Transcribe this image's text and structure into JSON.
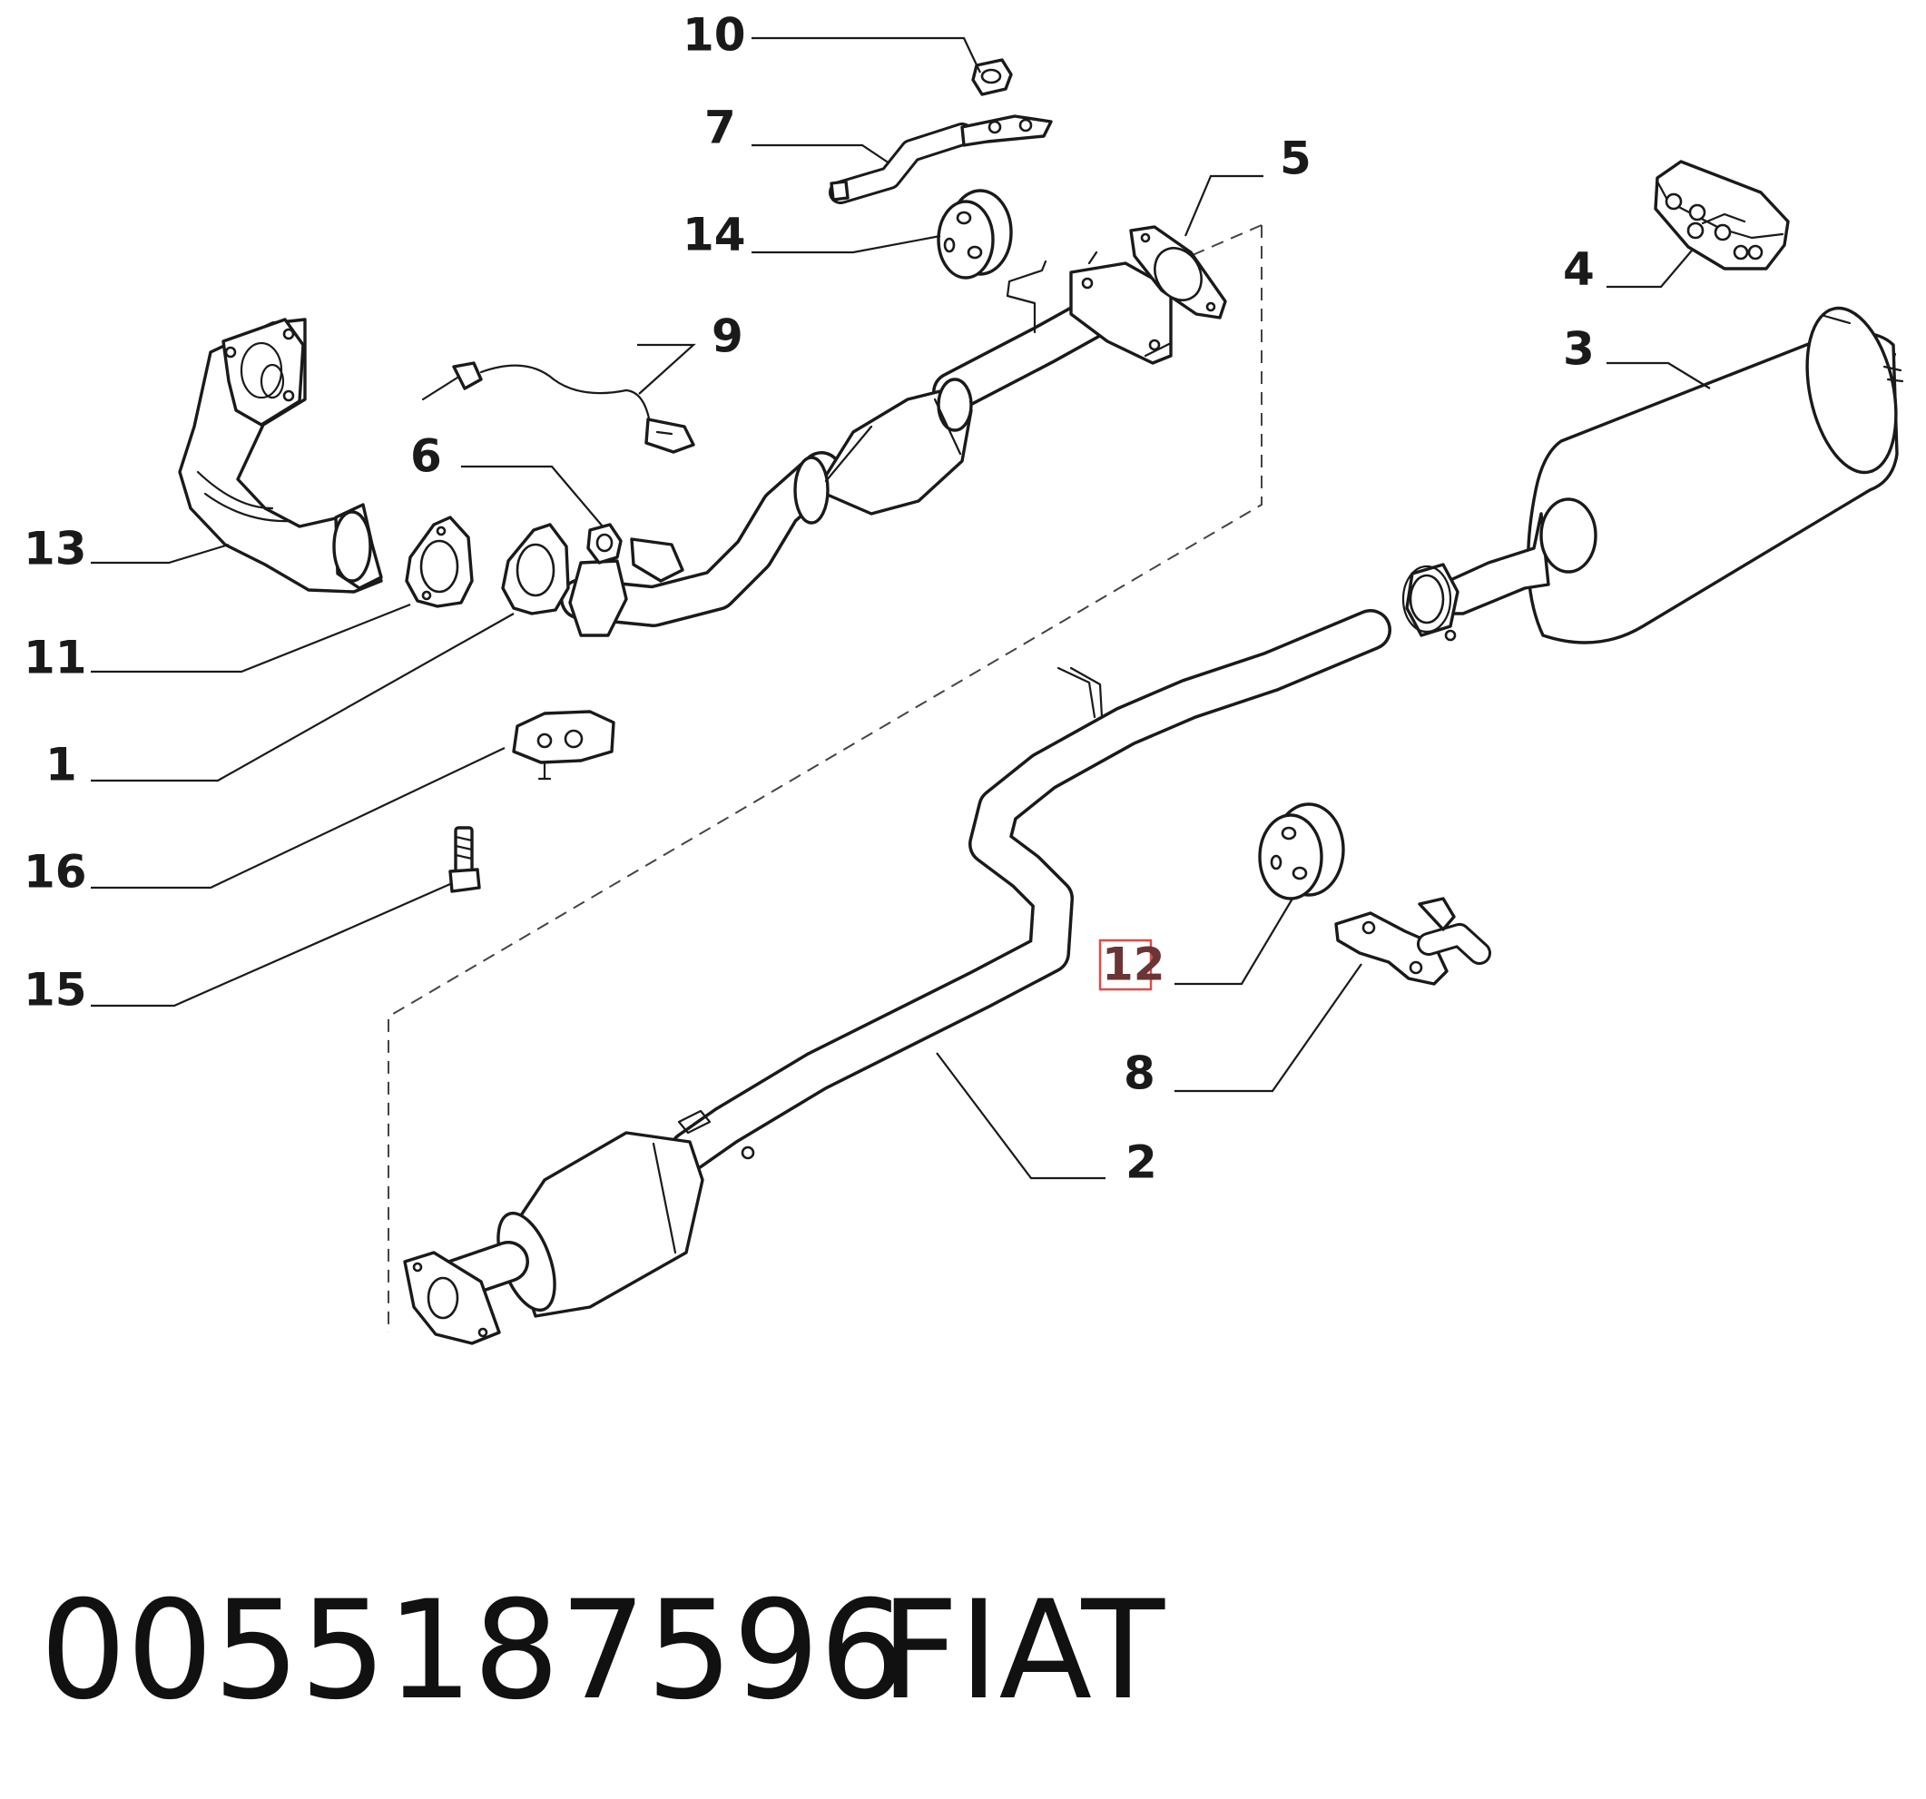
{
  "callouts": {
    "p1": "1",
    "p2": "2",
    "p3": "3",
    "p4": "4",
    "p5": "5",
    "p6": "6",
    "p7": "7",
    "p8": "8",
    "p9": "9",
    "p10": "10",
    "p11": "11",
    "p12": "12",
    "p13": "13",
    "p14": "14",
    "p15": "15",
    "p16": "16"
  },
  "highlighted_callout": "12",
  "highlight_color": "#e04a4a",
  "footer": {
    "part_number": "0055187596",
    "brand": "FIAT"
  }
}
